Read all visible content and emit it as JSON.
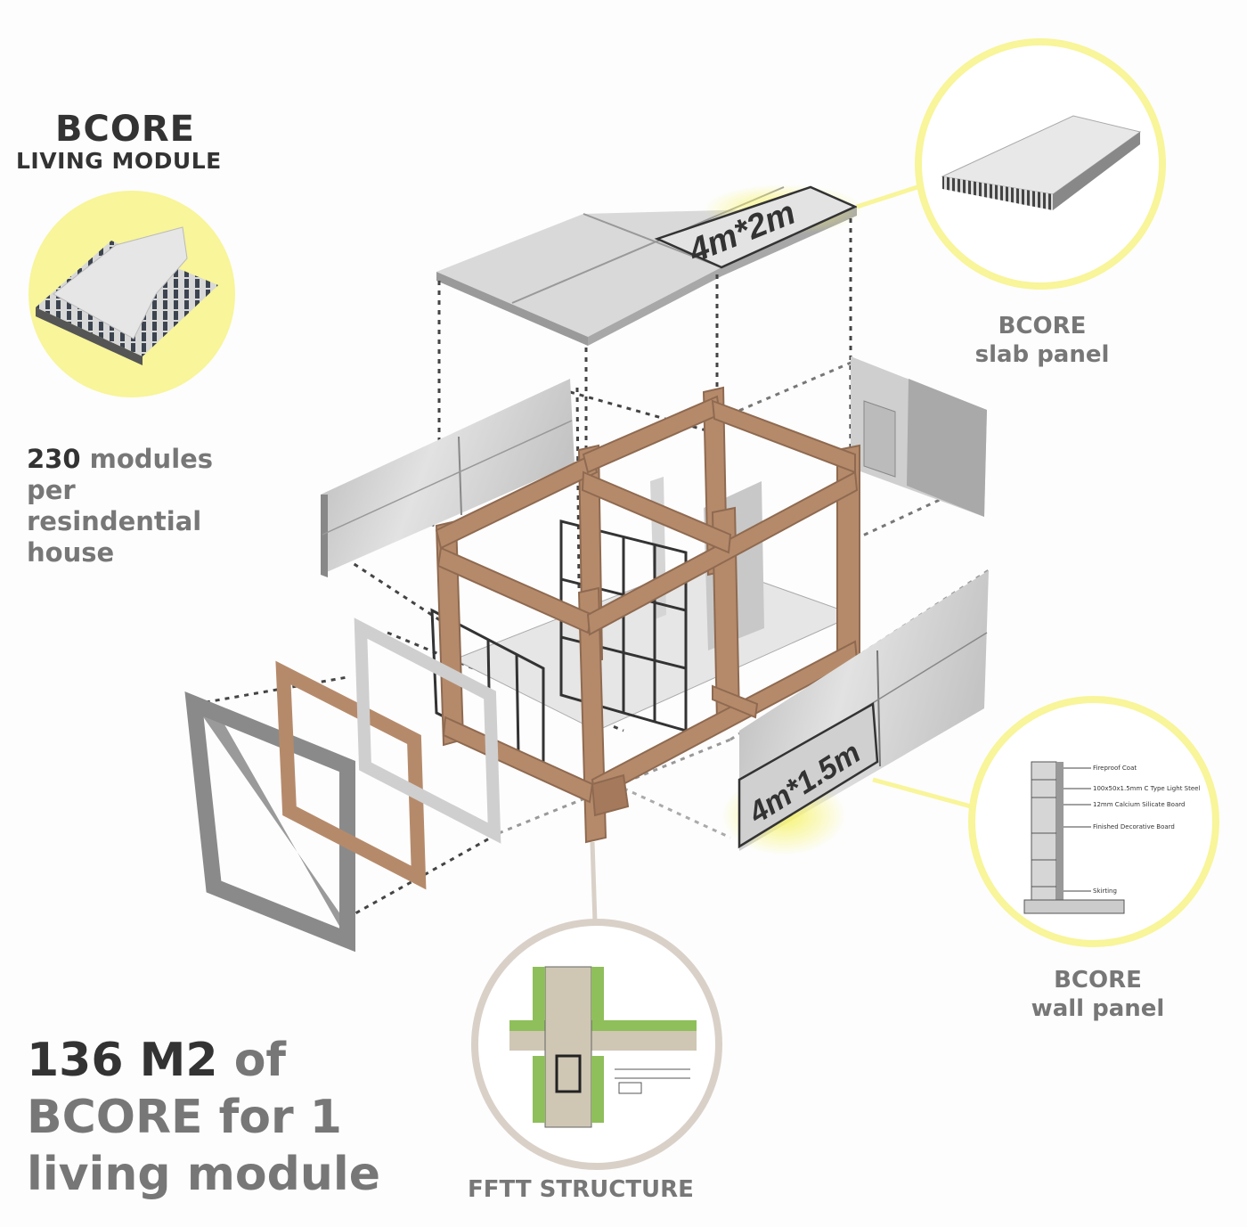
{
  "title": {
    "main": "BCORE",
    "sub": "LIVING MODULE"
  },
  "modules_note": {
    "count": "230",
    "unit": "modules",
    "line2": "per",
    "line3": "resindential",
    "line4": "house"
  },
  "area_note": {
    "value": "136 M2",
    "of": "of",
    "line2": "BCORE for 1",
    "line3": "living module"
  },
  "slab_panel": {
    "dimension": "4m*2m",
    "label_line1": "BCORE",
    "label_line2": "slab panel"
  },
  "wall_panel": {
    "dimension": "4m*1.5m",
    "label_line1": "BCORE",
    "label_line2": "wall panel",
    "section_notes": [
      "Fireproof Coat",
      "100x50x1.5mm C Type Light Steel",
      "12mm Calcium Silicate Board",
      "Finished Decorative Board",
      "Skirting"
    ]
  },
  "structure": {
    "label": "FFTT STRUCTURE"
  },
  "colors": {
    "highlight_yellow": "#f7f48a",
    "ring_yellow": "#f8f59a",
    "timber": "#b58a6b",
    "timber_dark": "#8f6a50",
    "panel_gray": "#cfcfcf",
    "text_dark": "#333333",
    "text_gray": "#777777",
    "ring_beige": "#d9d0c8"
  }
}
